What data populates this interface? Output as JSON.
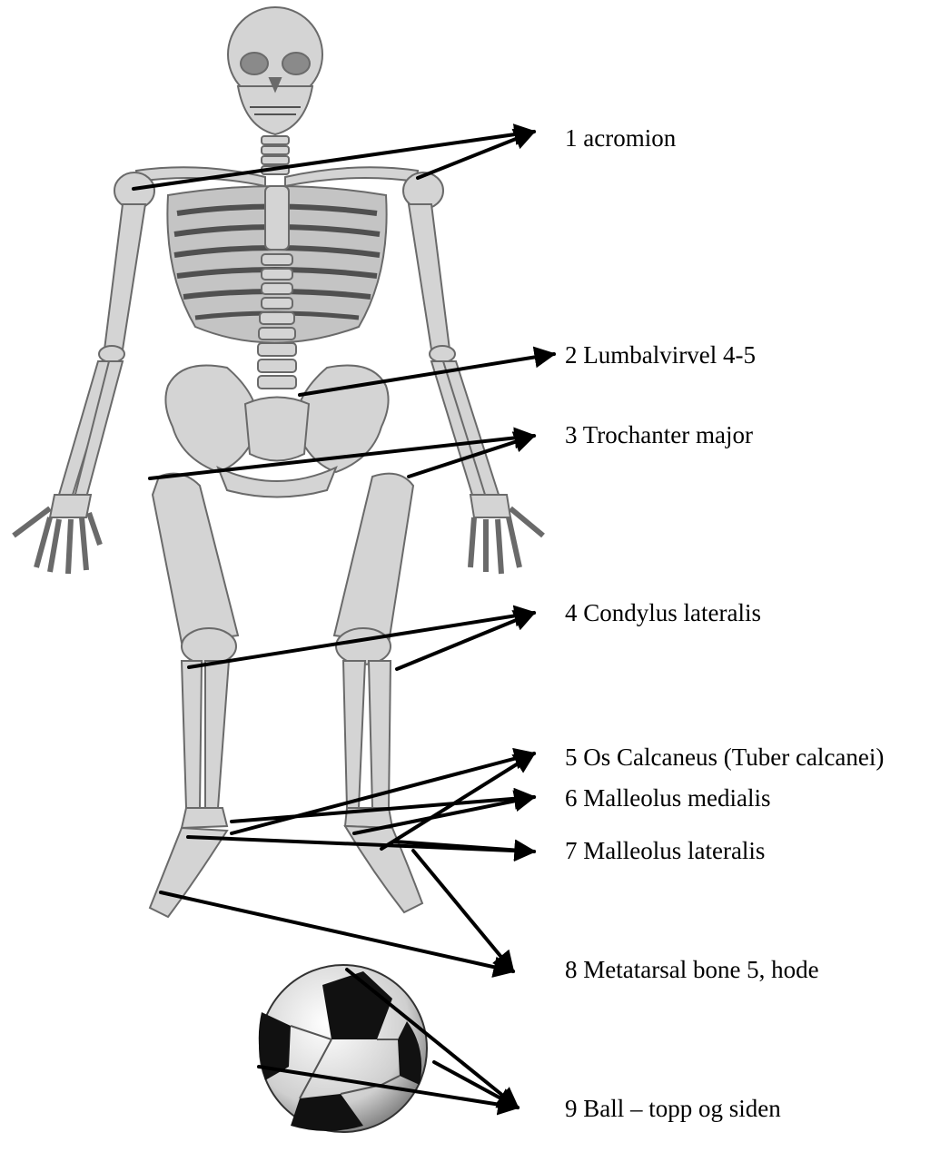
{
  "labels": [
    {
      "id": "acromion",
      "text": "1 acromion"
    },
    {
      "id": "lumbalvirvel",
      "text": "2  Lumbalvirvel 4-5"
    },
    {
      "id": "trochanter",
      "text": "3  Trochanter major"
    },
    {
      "id": "condylus",
      "text": "4  Condylus lateralis"
    },
    {
      "id": "calcaneus",
      "text": "5 Os Calcaneus (Tuber calcanei)"
    },
    {
      "id": "malleolus-medialis",
      "text": "6 Malleolus medialis"
    },
    {
      "id": "malleolus-lateralis",
      "text": "7 Malleolus lateralis"
    },
    {
      "id": "metatarsal",
      "text": "8 Metatarsal bone 5, hode"
    },
    {
      "id": "ball",
      "text": "9 Ball – topp og siden"
    }
  ],
  "colors": {
    "bone": "#d4d4d4",
    "bone_outline": "#6a6a6a",
    "dark": "#505050",
    "arrow": "#000000",
    "ball_panel": "#111111",
    "ball_white": "#f2f2f2"
  }
}
